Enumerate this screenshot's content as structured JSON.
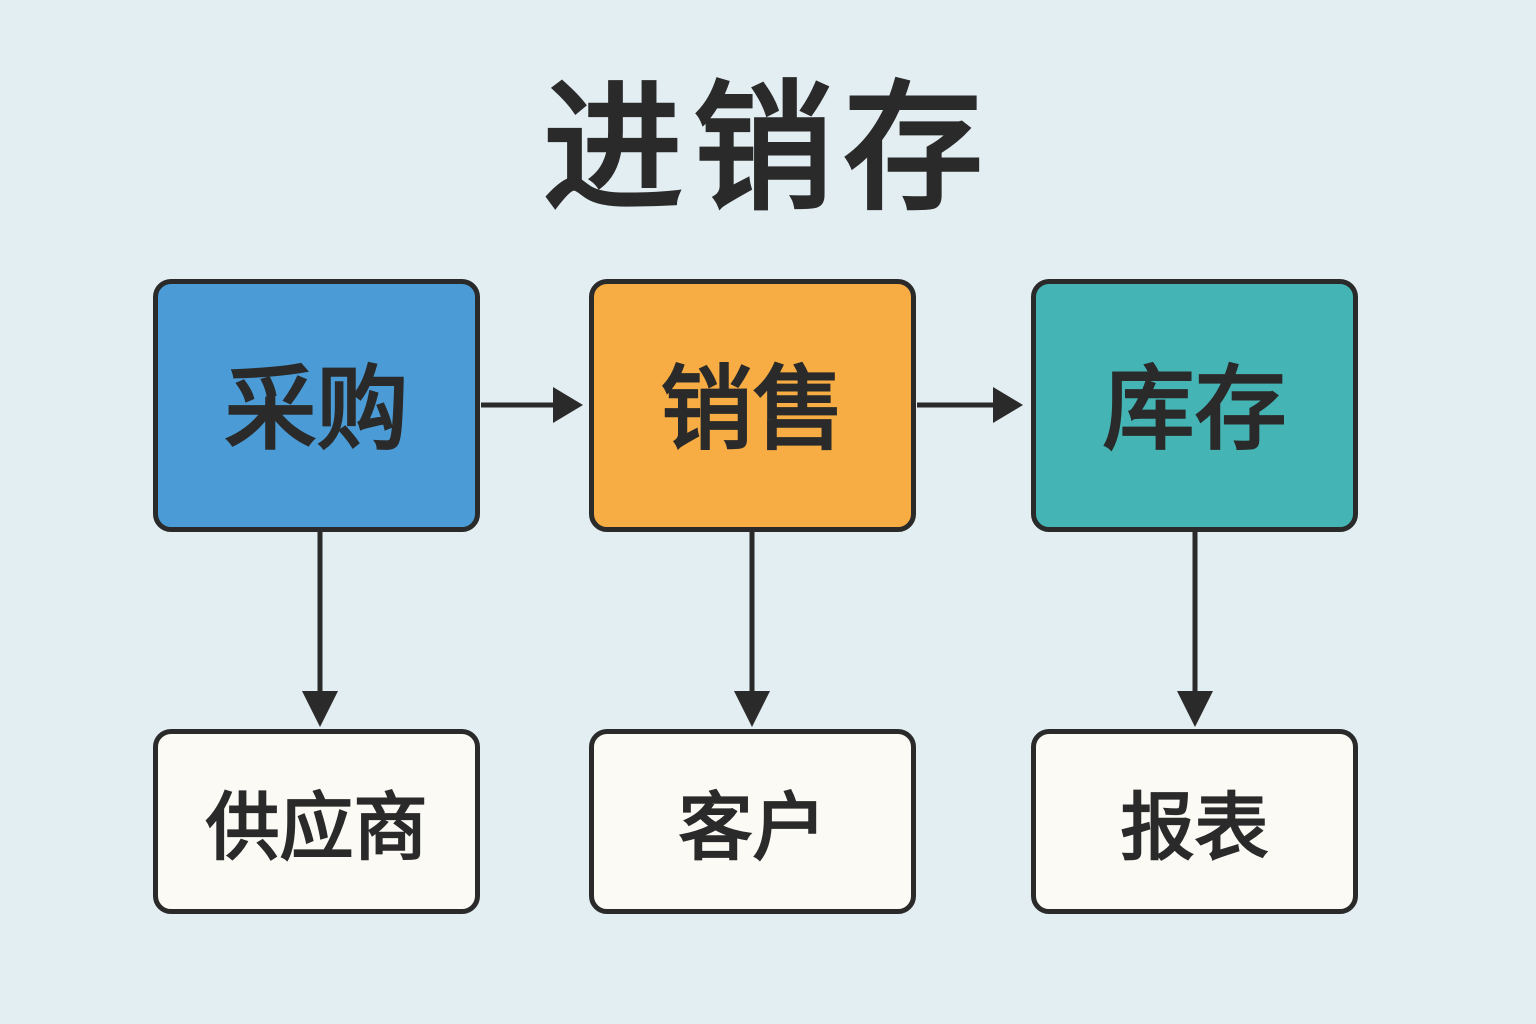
{
  "title": "进销存",
  "colors": {
    "background": "#e3eef2",
    "stroke": "#2a2a2a",
    "purchase": "#4a9bd6",
    "sales": "#f7ad43",
    "inventory": "#45b4b4",
    "leaf": "#fbfaf5"
  },
  "main_nodes": [
    {
      "label": "采购",
      "color": "#4a9bd6"
    },
    {
      "label": "销售",
      "color": "#f7ad43"
    },
    {
      "label": "库存",
      "color": "#45b4b4"
    }
  ],
  "sub_nodes": [
    {
      "label": "供应商"
    },
    {
      "label": "客户"
    },
    {
      "label": "报表"
    }
  ],
  "edges": [
    {
      "from": "采购",
      "to": "销售"
    },
    {
      "from": "销售",
      "to": "库存"
    },
    {
      "from": "采购",
      "to": "供应商"
    },
    {
      "from": "销售",
      "to": "客户"
    },
    {
      "from": "库存",
      "to": "报表"
    }
  ]
}
